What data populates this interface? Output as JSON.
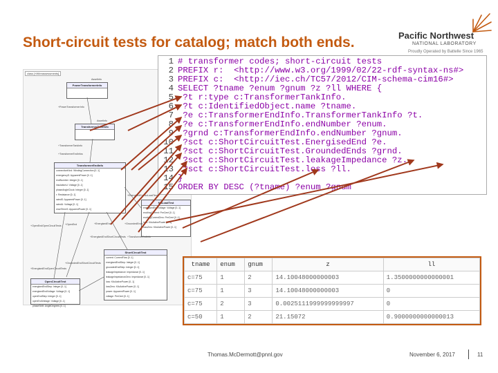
{
  "slide": {
    "title": "Short-circuit tests for catalog; match both ends.",
    "footer_email": "Thomas.McDermott@pnnl.gov",
    "footer_date": "November 6, 2017",
    "page_number": "11"
  },
  "logo": {
    "name": "Pacific Northwest",
    "lab": "NATIONAL LABORATORY",
    "sub": "Proudly Operated by Battelle Since 1965"
  },
  "uml": {
    "title": "class [«Wireassessments]",
    "boxes": [
      {
        "header": "PowerTransformerInfo",
        "attrs": []
      },
      {
        "header": "TransformerTankInfo",
        "attrs": []
      },
      {
        "header": "TransformerEndInfo",
        "attrs": [
          "connectionKind: WindingConnection [0..1]",
          "emergencyS: ApparentPower [0..1]",
          "endNumber: Integer [0..1]",
          "insulationU: Voltage [0..1]",
          "phaseAngleClock: Integer [0..1]",
          "r: Resistance [0..1]",
          "ratedS: ApparentPower [0..1]",
          "ratedU: Voltage [0..1]",
          "shortTermS: ApparentPower [0..1]"
        ]
      },
      {
        "header": "NoLoadTest",
        "attrs": [
          "energisedEndVoltage: Voltage [0..1]",
          "excitingCurrent: PerCent [0..1]",
          "excitingCurrentZero: PerCent [0..1]",
          "loss: KiloActivePower [0..1]",
          "lossZero: KiloActivePower [0..1]"
        ]
      },
      {
        "header": "ShortCircuitTest",
        "attrs": [
          "current: CurrentFlow [0..1]",
          "energisedEndStep: Integer [0..1]",
          "groundedEndStep: Integer [0..1]",
          "leakageImpedance: Impedance [0..1]",
          "leakageImpedanceZero: Impedance [0..1]",
          "loss: KiloActivePower [0..1]",
          "lossZero: KiloActivePower [0..1]",
          "power: ApparentPower [0..1]",
          "voltage: PerCent [0..1]"
        ]
      },
      {
        "header": "OpenCircuitTest",
        "attrs": [
          "energisedEndStep: Integer [0..1]",
          "energisedEndVoltage: Voltage [0..1]",
          "openEndStep: Integer [0..1]",
          "openEndVoltage: Voltage [0..1]",
          "phaseShift: AngleDegrees [0..1]"
        ]
      }
    ],
    "labels": [
      "AssetInfo",
      "AssetInfo",
      "+PowerTransformerInfo",
      "+TransformerTankInfo",
      "+TransformerEndInfos",
      "+EnergisedEnd",
      "+GroundedEnds",
      "+OpenEnd",
      "+OpenEndOpenCircuitTests",
      "+EnergisedEndShortCircuitTests",
      "+EnergisedEndOpenCircuitTests",
      "+EnergisedEndNoLoadTests",
      "+GroundedEndShortCircuitTests",
      "+TransformerEndInfo"
    ]
  },
  "code": {
    "lines": [
      {
        "num": "1",
        "text": "# transformer codes; short-circuit tests"
      },
      {
        "num": "2",
        "text": "PREFIX r:  <http://www.w3.org/1999/02/22-rdf-syntax-ns#>"
      },
      {
        "num": "3",
        "text": "PREFIX c:  <http://iec.ch/TC57/2012/CIM-schema-cim16#>"
      },
      {
        "num": "4",
        "text": "SELECT ?tname ?enum ?gnum ?z ?ll WHERE {"
      },
      {
        "num": "5",
        "text": " ?t r:type c:TransformerTankInfo."
      },
      {
        "num": "6",
        "text": " ?t c:IdentifiedObject.name ?tname."
      },
      {
        "num": "7",
        "text": " ?e c:TransformerEndInfo.TransformerTankInfo ?t."
      },
      {
        "num": "8",
        "text": " ?e c:TransformerEndInfo.endNumber ?enum."
      },
      {
        "num": "9",
        "text": " ?grnd c:TransformerEndInfo.endNumber ?gnum."
      },
      {
        "num": "10",
        "text": " ?sct c:ShortCircuitTest.EnergisedEnd ?e."
      },
      {
        "num": "11",
        "text": " ?sct c:ShortCircuitTest.GroundedEnds ?grnd."
      },
      {
        "num": "12",
        "text": " ?sct c:ShortCircuitTest.leakageImpedance ?z."
      },
      {
        "num": "13",
        "text": " ?sct c:ShortCircuitTest.loss ?ll."
      },
      {
        "num": "14",
        "text": "}"
      },
      {
        "num": "15",
        "text": "ORDER BY DESC (?tname) ?enum ?gnum"
      }
    ]
  },
  "results": {
    "headers": [
      "tname",
      "enum",
      "gnum",
      "z",
      "ll"
    ],
    "rows": [
      [
        "c=75",
        "1",
        "2",
        "14.10048000000003",
        "1.3500000000000001"
      ],
      [
        "c=75",
        "1",
        "3",
        "14.10048000000003",
        "0"
      ],
      [
        "c=75",
        "2",
        "3",
        "0.0025111999999999997",
        "0"
      ],
      [
        "c=50",
        "1",
        "2",
        "21.15072",
        "0.9000000000000013"
      ]
    ]
  },
  "colors": {
    "title": "#c35a10",
    "code_text": "#8b00a6",
    "result_border": "#c35a10",
    "arrow": "#a0381c"
  }
}
